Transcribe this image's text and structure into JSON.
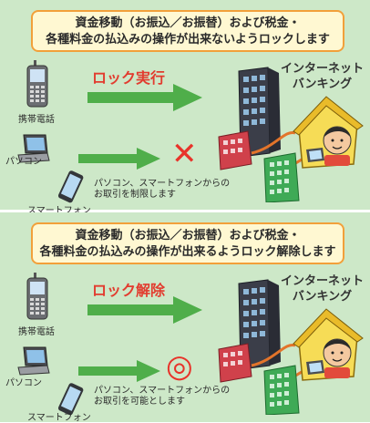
{
  "top_panel": {
    "banner_line1": "資金移動（お振込／お振替）および税金・",
    "banner_line2": "各種料金の払込みの操作が出来ないようロックします",
    "action_label": "ロック実行",
    "mobile_label": "携帯電話",
    "pc_label": "パソコン",
    "smartphone_label": "スマートフォン",
    "note_line1": "パソコン、スマートフォンからの",
    "note_line2": "お取引を制限します",
    "status_symbol": "✕",
    "status_color": "#e8332a",
    "netbank_line1": "インターネット",
    "netbank_line2": "バンキング"
  },
  "bottom_panel": {
    "banner_line1": "資金移動（お振込／お振替）および税金・",
    "banner_line2": "各種料金の払込みの操作が出来るようロック解除します",
    "action_label": "ロック解除",
    "mobile_label": "携帯電話",
    "pc_label": "パソコン",
    "smartphone_label": "スマートフォン",
    "note_line1": "パソコン、スマートフォンからの",
    "note_line2": "お取引を可能とします",
    "status_symbol": "◎",
    "status_color": "#e8332a",
    "netbank_line1": "インターネット",
    "netbank_line2": "バンキング"
  },
  "colors": {
    "panel_bg": "#cde8c8",
    "banner_bg": "#fff8d2",
    "banner_border": "#f2a03a",
    "arrow_green": "#4fae4a",
    "action_red": "#e23c2f"
  },
  "icons": [
    "mobile-phone-icon",
    "laptop-icon",
    "smartphone-icon",
    "office-building-icon",
    "house-person-icon"
  ]
}
